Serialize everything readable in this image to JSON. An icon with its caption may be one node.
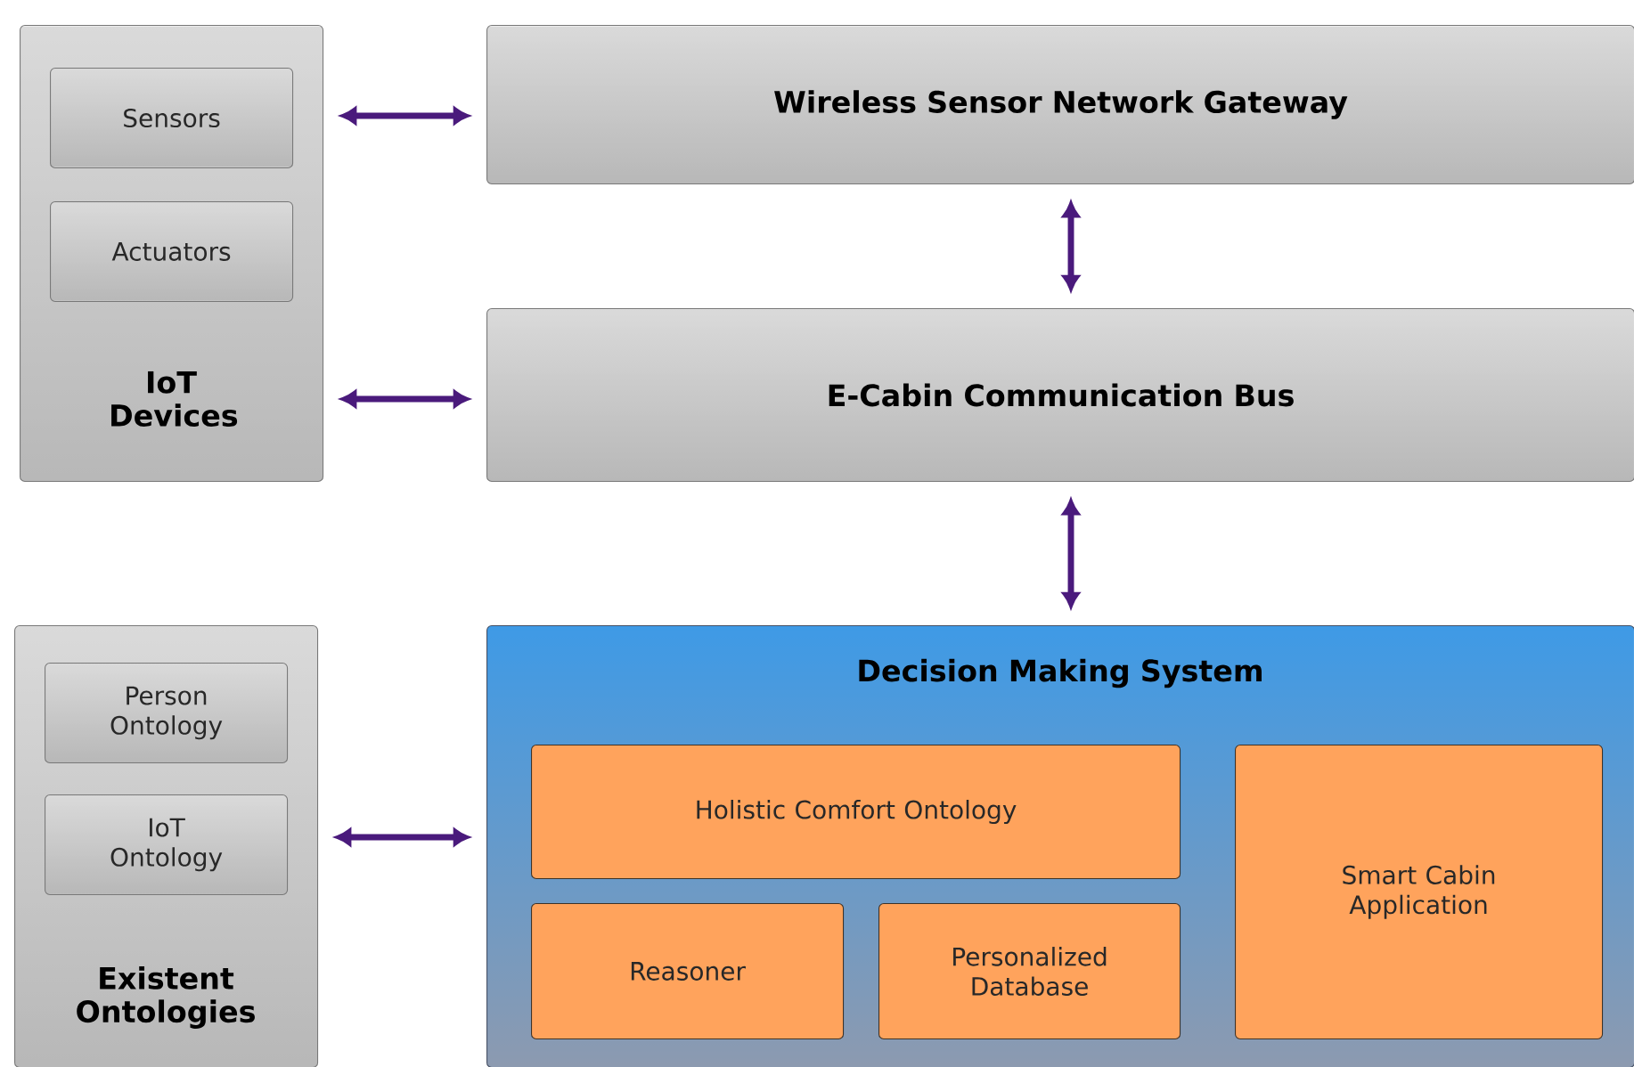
{
  "diagram": {
    "nodes": [
      {
        "text": [
          "IoT Devices"
        ]
      },
      {
        "text": [
          "Sensors"
        ],
        "in": 0
      },
      {
        "text": [
          "Actuators"
        ],
        "in": 0
      },
      {
        "text": [
          "Wireless Sensor Network Gateway"
        ]
      },
      {
        "text": [
          "E-Cabin Communication Bus"
        ]
      },
      {
        "text": [
          "Existent Ontologies"
        ]
      },
      {
        "text": [
          "Person Ontology"
        ],
        "in": 5
      },
      {
        "text": [
          "IoT Ontology"
        ],
        "in": 5
      },
      {
        "text": [
          "Decision Making System"
        ]
      },
      {
        "text": [
          "Holistic Comfort Ontology"
        ],
        "in": 8
      },
      {
        "text": [
          "Reasoner"
        ],
        "in": 8
      },
      {
        "text": [
          "Personalized Database"
        ],
        "in": 8
      },
      {
        "text": [
          "Smart Cabin Application"
        ],
        "in": 8
      }
    ],
    "edges": [
      {
        "from": 0,
        "to": 3,
        "arrow": "both"
      },
      {
        "from": 0,
        "to": 4,
        "arrow": "both"
      },
      {
        "from": 3,
        "to": 4,
        "arrow": "both"
      },
      {
        "from": 4,
        "to": 8,
        "arrow": "both"
      },
      {
        "from": 5,
        "to": 8,
        "arrow": "both"
      }
    ]
  }
}
